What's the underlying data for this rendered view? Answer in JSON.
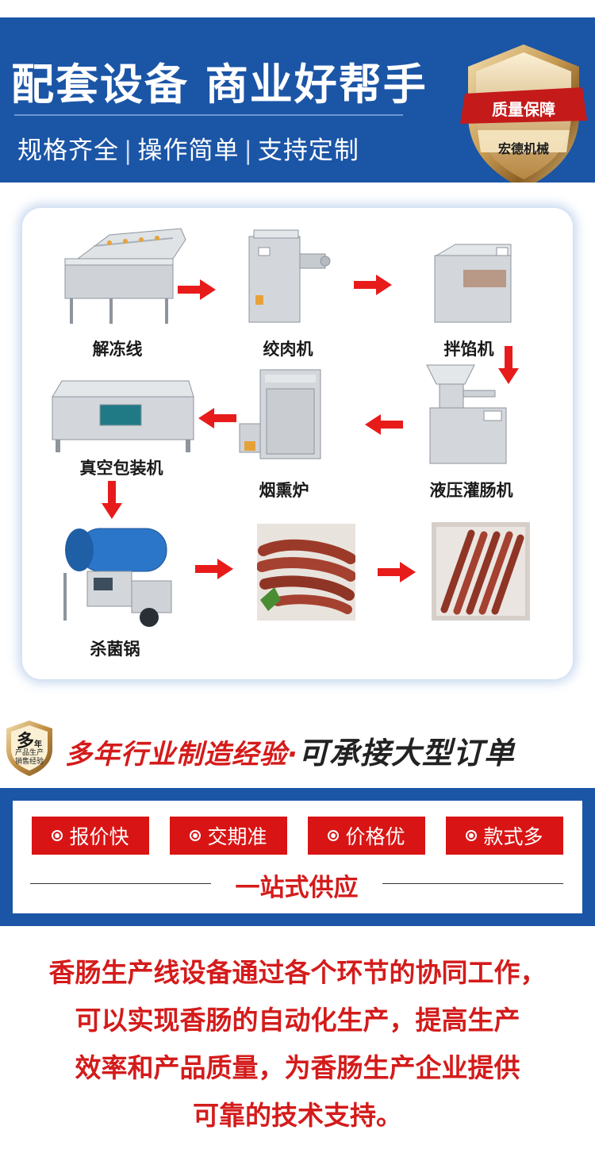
{
  "header": {
    "title": "配套设备 商业好帮手",
    "features": [
      "规格齐全",
      "操作简单",
      "支持定制"
    ],
    "separator": "|",
    "badge_top": "质量保障",
    "badge_bottom": "宏德机械"
  },
  "process": {
    "steps": [
      {
        "label": "解冻线",
        "icon": "thaw-line-machine"
      },
      {
        "label": "绞肉机",
        "icon": "meat-grinder-machine"
      },
      {
        "label": "拌馅机",
        "icon": "mixer-machine"
      },
      {
        "label": "液压灌肠机",
        "icon": "hydraulic-stuffer-machine"
      },
      {
        "label": "烟熏炉",
        "icon": "smoke-oven-machine"
      },
      {
        "label": "真空包装机",
        "icon": "vacuum-packer-machine"
      },
      {
        "label": "杀菌锅",
        "icon": "sterilizer-machine"
      },
      {
        "label": "",
        "icon": "sausage-photo"
      },
      {
        "label": "",
        "icon": "packaged-sausage-photo"
      }
    ],
    "arrow_color": "#e81b1b"
  },
  "experience": {
    "badge_big": "多",
    "badge_small": "年",
    "badge_line1": "产品生产",
    "badge_line2": "销售经验",
    "text_red": "多年行业制造经验·",
    "text_black": "可承接大型订单"
  },
  "supply": {
    "tags": [
      "报价快",
      "交期准",
      "价格优",
      "款式多"
    ],
    "title": "一站式供应"
  },
  "paragraph": {
    "lines": [
      "香肠生产线设备通过各个环节的协同工作，",
      "可以实现香肠的自动化生产，提高生产",
      "效率和产品质量，为香肠生产企业提供",
      "可靠的技术支持。"
    ]
  },
  "colors": {
    "brand_blue": "#1b55a6",
    "accent_red": "#d41b1b"
  }
}
